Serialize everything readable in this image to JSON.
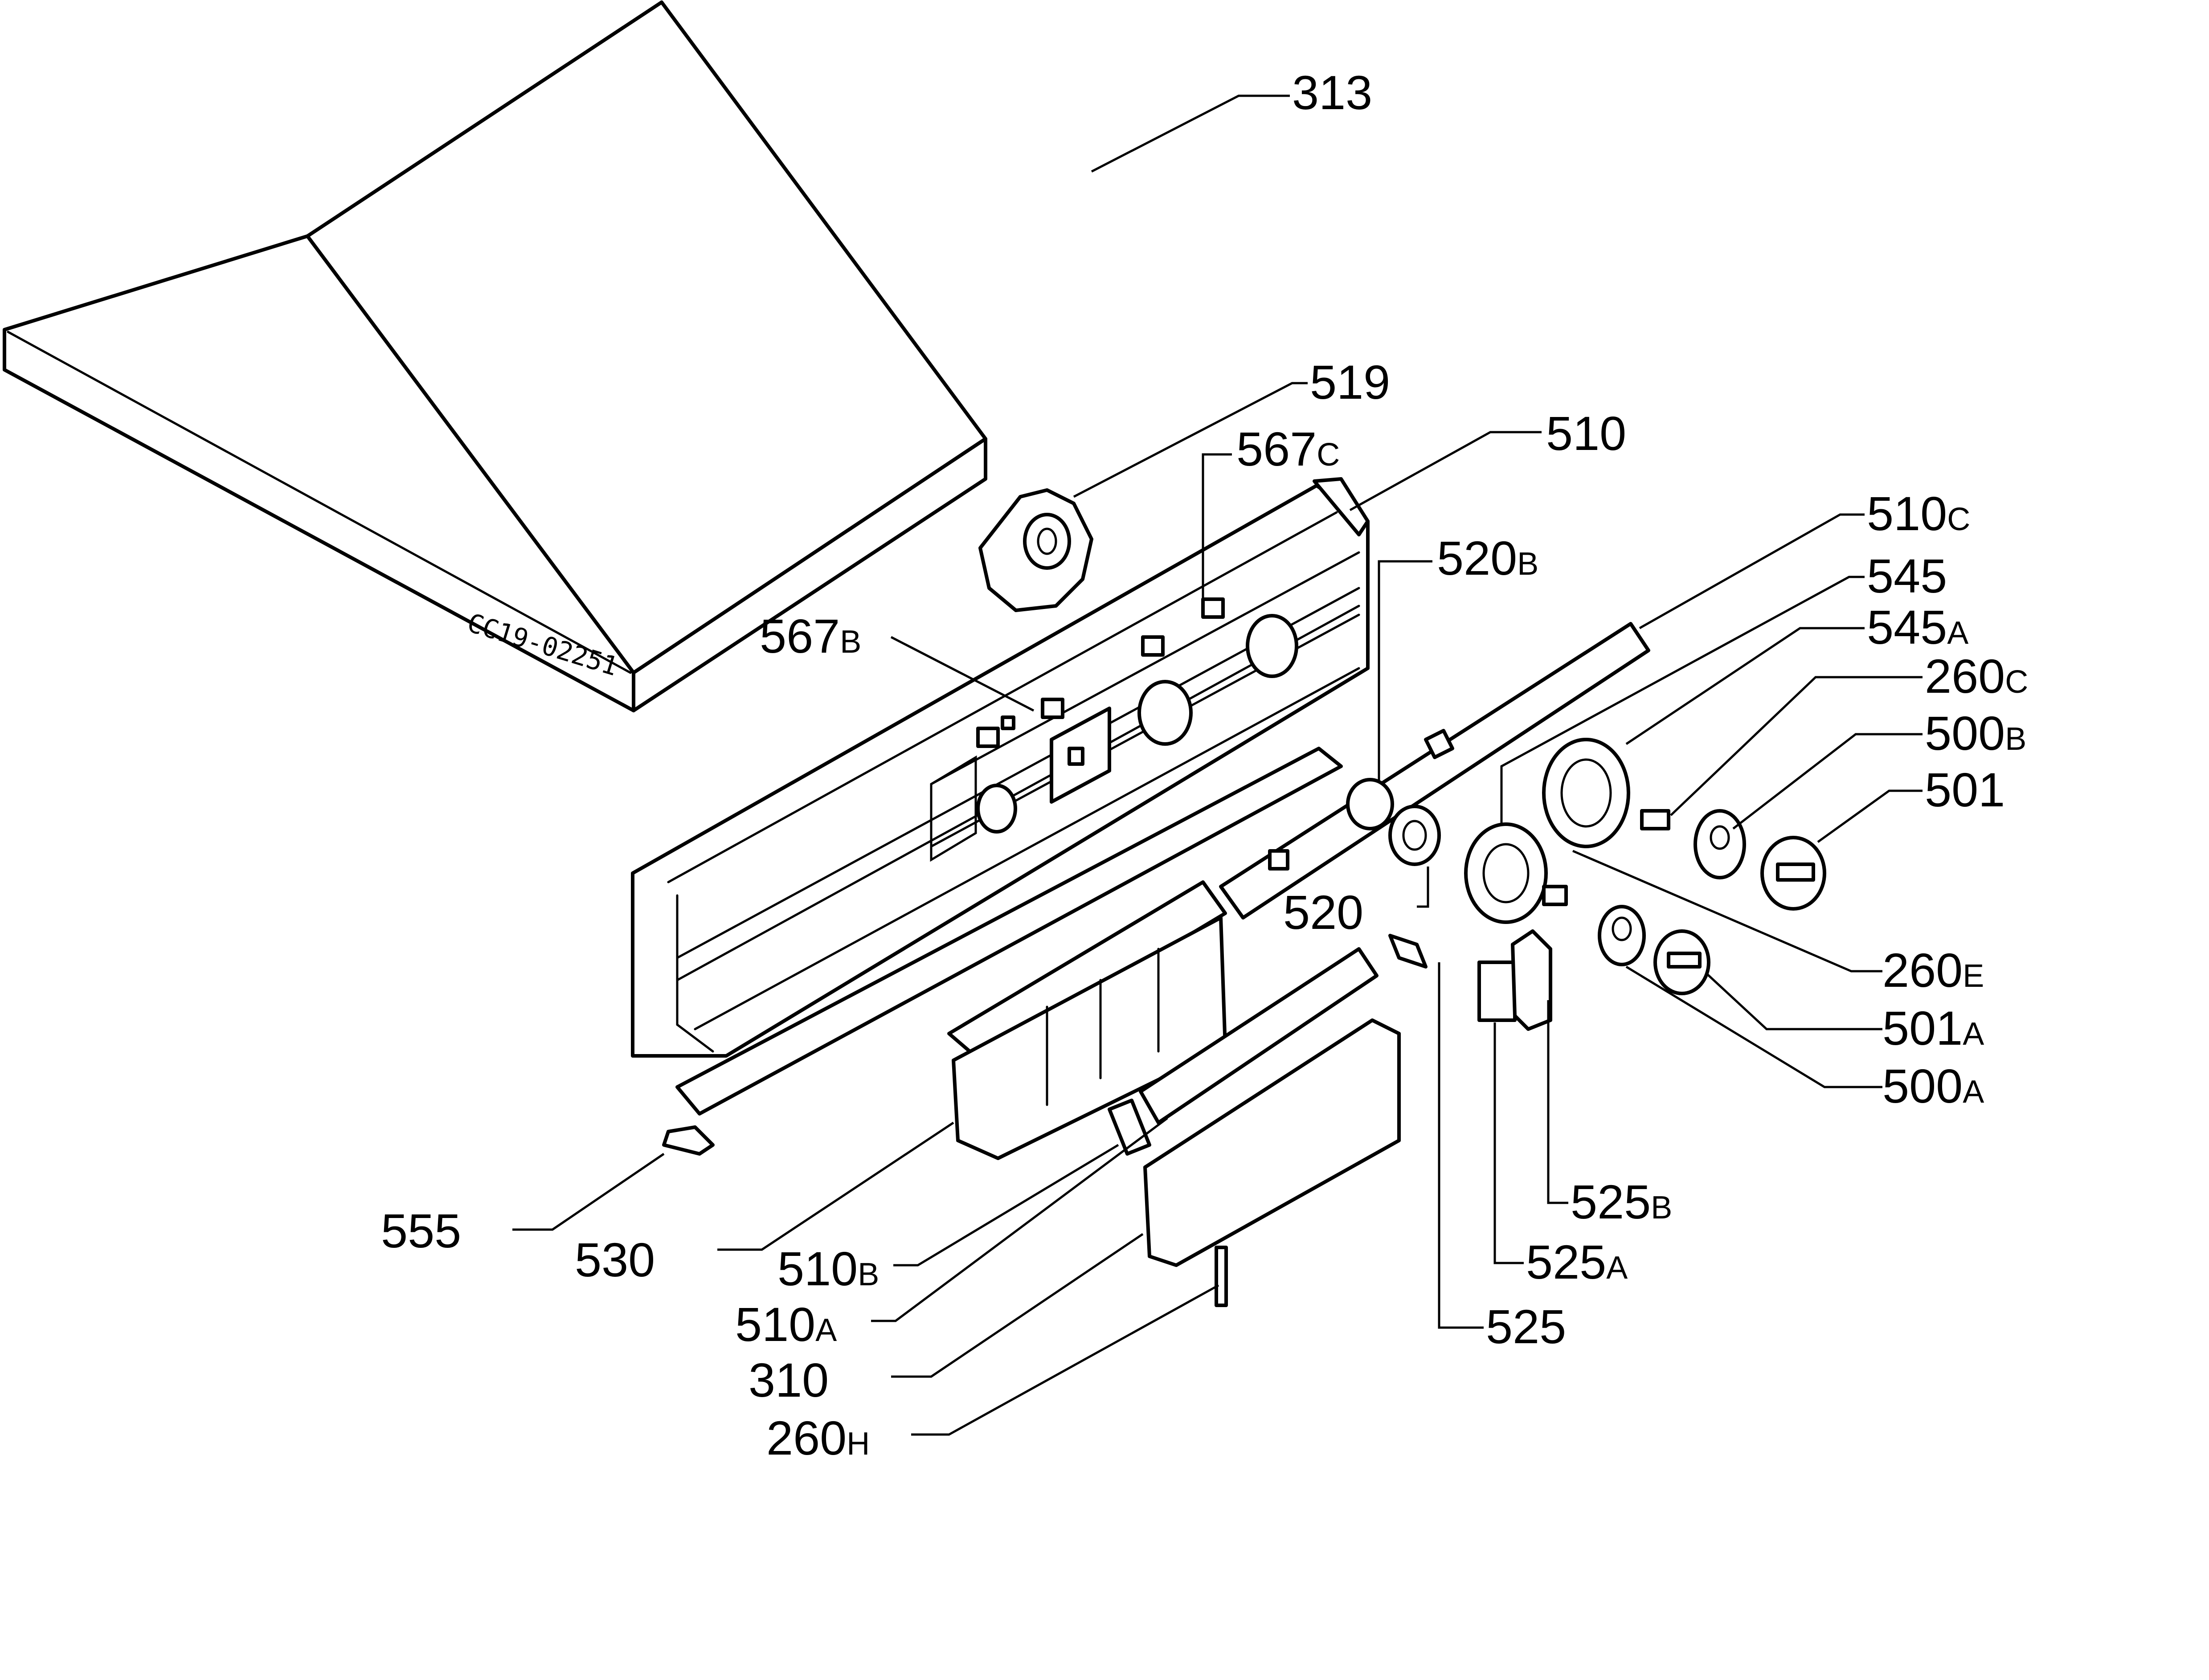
{
  "drawing": {
    "stamp": "CC19-02251"
  },
  "labels": [
    {
      "id": "313",
      "text": "313"
    },
    {
      "id": "519",
      "text": "519"
    },
    {
      "id": "510",
      "text": "510"
    },
    {
      "id": "567C",
      "text": "567",
      "suffix": "C"
    },
    {
      "id": "520B",
      "text": "520",
      "suffix": "B"
    },
    {
      "id": "510C",
      "text": "510",
      "suffix": "C"
    },
    {
      "id": "545",
      "text": "545"
    },
    {
      "id": "545A",
      "text": "545",
      "suffix": "A"
    },
    {
      "id": "260C",
      "text": "260",
      "suffix": "C"
    },
    {
      "id": "500B",
      "text": "500",
      "suffix": "B"
    },
    {
      "id": "501",
      "text": "501"
    },
    {
      "id": "567B",
      "text": "567",
      "suffix": "B"
    },
    {
      "id": "520",
      "text": "520"
    },
    {
      "id": "260E",
      "text": "260",
      "suffix": "E"
    },
    {
      "id": "501A",
      "text": "501",
      "suffix": "A"
    },
    {
      "id": "500A",
      "text": "500",
      "suffix": "A"
    },
    {
      "id": "525B",
      "text": "525",
      "suffix": "B"
    },
    {
      "id": "525A",
      "text": "525",
      "suffix": "A"
    },
    {
      "id": "525",
      "text": "525"
    },
    {
      "id": "555",
      "text": "555"
    },
    {
      "id": "530",
      "text": "530"
    },
    {
      "id": "510B",
      "text": "510",
      "suffix": "B"
    },
    {
      "id": "510A",
      "text": "510",
      "suffix": "A"
    },
    {
      "id": "310",
      "text": "310"
    },
    {
      "id": "260H",
      "text": "260",
      "suffix": "H"
    }
  ]
}
